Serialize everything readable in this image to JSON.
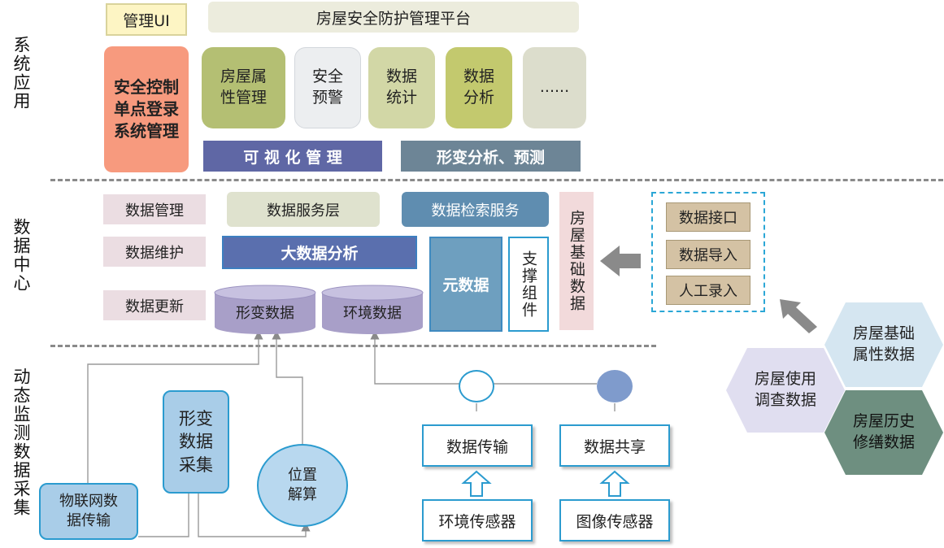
{
  "sections": {
    "system_app": "系统应用",
    "data_center": "数据中心",
    "monitoring": "动态监测数据采集"
  },
  "top": {
    "ui_label": "管理UI",
    "platform_title": "房屋安全防护管理平台"
  },
  "security_block": {
    "line1": "安全控制",
    "line2": "单点登录",
    "line3": "系统管理"
  },
  "modules": [
    {
      "line1": "房屋属",
      "line2": "性管理"
    },
    {
      "line1": "安全",
      "line2": "预警"
    },
    {
      "line1": "数据",
      "line2": "统计"
    },
    {
      "line1": "数据",
      "line2": "分析"
    },
    {
      "line1": "......",
      "line2": ""
    }
  ],
  "bars": {
    "visual": "可 视 化 管 理",
    "deform": "形变分析、预测"
  },
  "data_center": {
    "left_items": [
      "数据管理",
      "数据维护",
      "数据更新"
    ],
    "service_layer": "数据服务层",
    "search_service": "数据检索服务",
    "big_data": "大数据分析",
    "cyl_deform": "形变数据",
    "cyl_env": "环境数据",
    "meta": "元数据",
    "support": "支撑组件",
    "house_basic": "房屋基础数据"
  },
  "input_panel": {
    "items": [
      "数据接口",
      "数据导入",
      "人工录入"
    ]
  },
  "hexagons": {
    "basic_attr": {
      "line1": "房屋基础",
      "line2": "属性数据"
    },
    "usage": {
      "line1": "房屋使用",
      "line2": "调查数据"
    },
    "history": {
      "line1": "房屋历史",
      "line2": "修缮数据"
    }
  },
  "monitoring": {
    "iot": {
      "line1": "物联网数",
      "line2": "据传输"
    },
    "deform_collect": {
      "line1": "形变",
      "line2": "数据",
      "line3": "采集"
    },
    "position": {
      "line1": "位置",
      "line2": "解算"
    },
    "transmit": "数据传输",
    "share": "数据共享",
    "env_sensor": "环境传感器",
    "img_sensor": "图像传感器"
  },
  "colors": {
    "ui_box": "#fdf5c4",
    "platform_bar": "#ececdd",
    "security": "#f79a7e",
    "module_green": "#b4bf73",
    "module_light": "#eceef0",
    "module_sage": "#d2d7a6",
    "module_gray": "#dcddcc",
    "bar_blue": "#5f67a5",
    "bar_slate": "#6d8596",
    "pink_item": "#ebdde2",
    "service_layer": "#dfe2ce",
    "search_service": "#5f8db0",
    "big_data": "#5a6fae",
    "cylinder": "#a89fc8",
    "meta": "#6e9fbf",
    "house_basic": "#f2dadb",
    "input_item": "#d4c2a4",
    "hex_light": "#d5e6f1",
    "hex_lavender": "#e0def0",
    "hex_teal": "#6e8f80",
    "iot_box": "#a9cde8",
    "position_circle": "#b8d8ef",
    "node_filled": "#7f9bcc",
    "sensor_border": "#2b9bcf"
  }
}
